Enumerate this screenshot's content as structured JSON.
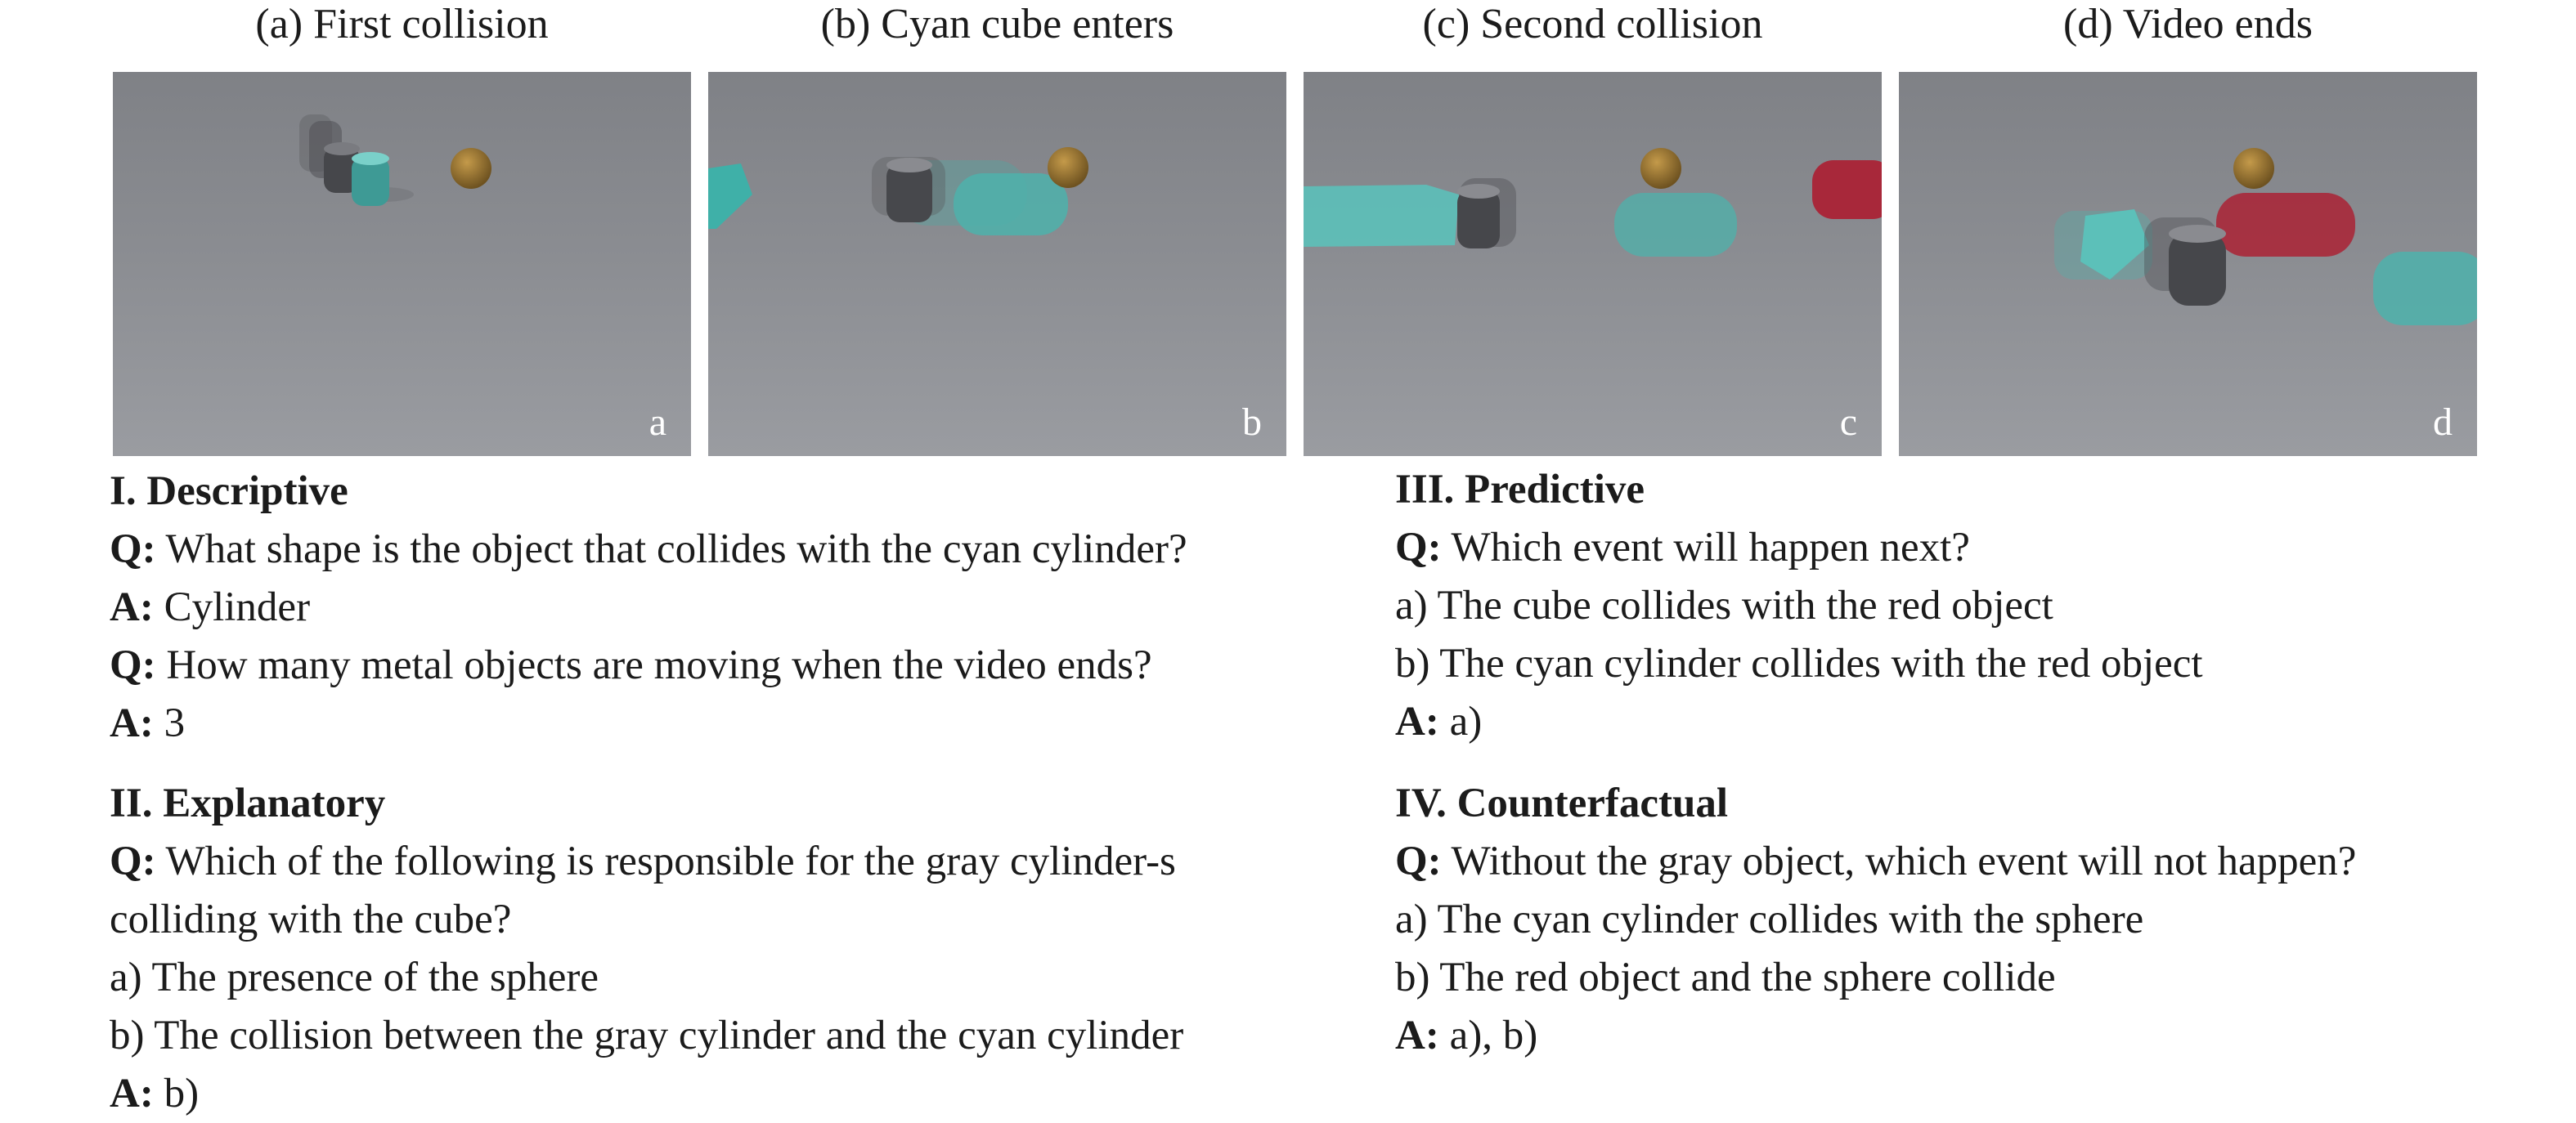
{
  "panels": [
    {
      "caption": "(a) First collision",
      "letter": "a"
    },
    {
      "caption": "(b) Cyan cube enters",
      "letter": "b"
    },
    {
      "caption": "(c) Second collision",
      "letter": "c"
    },
    {
      "caption": "(d) Video ends",
      "letter": "d"
    }
  ],
  "colors": {
    "cyan": "#4fb3ad",
    "gray_metal": "#4a4b4f",
    "sphere": "#8a6a2a",
    "red": "#a8283a",
    "floor": "#8a8c91"
  },
  "descriptive": {
    "heading": "I. Descriptive",
    "q_tag": "Q:",
    "a_tag": "A:",
    "q1": "What shape is the object that collides with the cyan cylinder?",
    "a1": "Cylinder",
    "q2": "How many metal objects are moving when the video ends?",
    "a2": "3"
  },
  "explanatory": {
    "heading": "II. Explanatory",
    "q_tag": "Q:",
    "a_tag": "A:",
    "q_line1": "Which of the following is responsible for the gray cylinder-s",
    "q_line2": "colliding with the cube?",
    "opt_a": "a)  The presence of the sphere",
    "opt_b": "b)  The collision between the gray cylinder and the cyan cylinder",
    "answer": "b)"
  },
  "predictive": {
    "heading": "III. Predictive",
    "q_tag": "Q:",
    "a_tag": "A:",
    "question": "Which event will happen next?",
    "opt_a": "a)  The cube collides with the red object",
    "opt_b": "b)  The cyan cylinder collides with the red object",
    "answer": "a)"
  },
  "counterfactual": {
    "heading": "IV. Counterfactual",
    "q_tag": "Q:",
    "a_tag": "A:",
    "question": "Without the gray object, which event will not happen?",
    "opt_a": "a)  The cyan cylinder collides with the sphere",
    "opt_b": "b)  The red object and the sphere collide",
    "answer": "a), b)"
  }
}
